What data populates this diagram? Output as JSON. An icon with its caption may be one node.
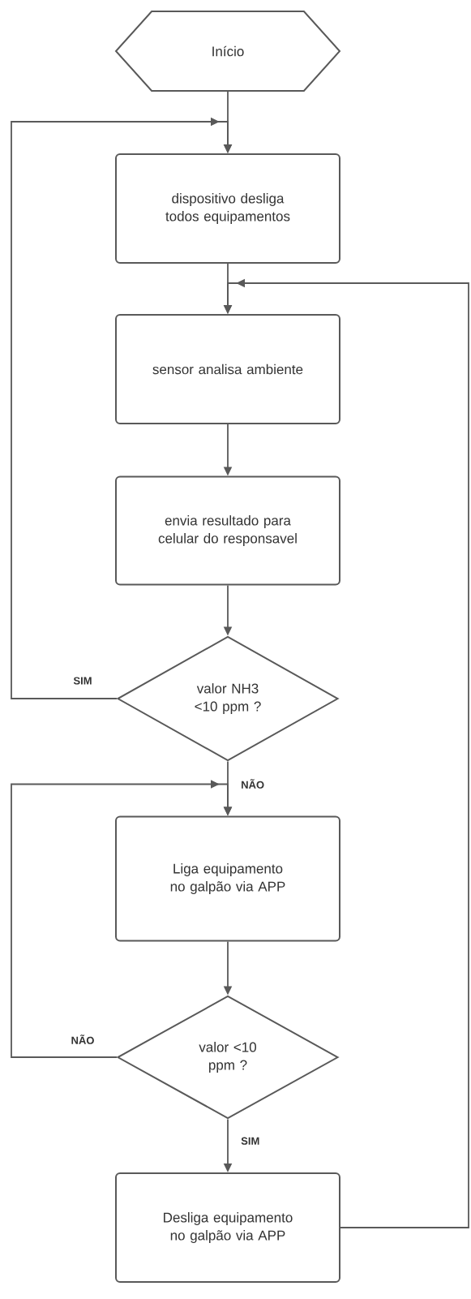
{
  "diagram": {
    "nodes": [
      {
        "text": [
          "Início"
        ]
      },
      {
        "text": [
          "dispositivo desliga todos equipamentos"
        ]
      },
      {
        "text": [
          "sensor analisa ambiente"
        ]
      },
      {
        "text": [
          "envia resultado para celular do responsavel"
        ]
      },
      {
        "text": [
          "valor NH3 <10 ppm ?"
        ]
      },
      {
        "text": [
          "Liga equipamento no galpão via APP"
        ]
      },
      {
        "text": [
          "valor <10 ppm ?"
        ]
      },
      {
        "text": [
          "Desliga equipamento no galpão via APP"
        ]
      }
    ],
    "edges": [
      {
        "from": 0,
        "to": 1,
        "arrow": "to"
      },
      {
        "from": 1,
        "to": 2,
        "arrow": "to"
      },
      {
        "from": 2,
        "to": 3,
        "arrow": "to"
      },
      {
        "from": 3,
        "to": 4,
        "arrow": "to"
      },
      {
        "from": 4,
        "to": 1,
        "arrow": "to",
        "label": "SIM"
      },
      {
        "from": 4,
        "to": 5,
        "arrow": "to",
        "label": "NÃO"
      },
      {
        "from": 5,
        "to": 6,
        "arrow": "to"
      },
      {
        "from": 6,
        "to": 5,
        "arrow": "to",
        "label": "NÃO"
      },
      {
        "from": 6,
        "to": 7,
        "arrow": "to",
        "label": "SIM"
      },
      {
        "from": 7,
        "to": 2,
        "arrow": "to"
      }
    ]
  }
}
